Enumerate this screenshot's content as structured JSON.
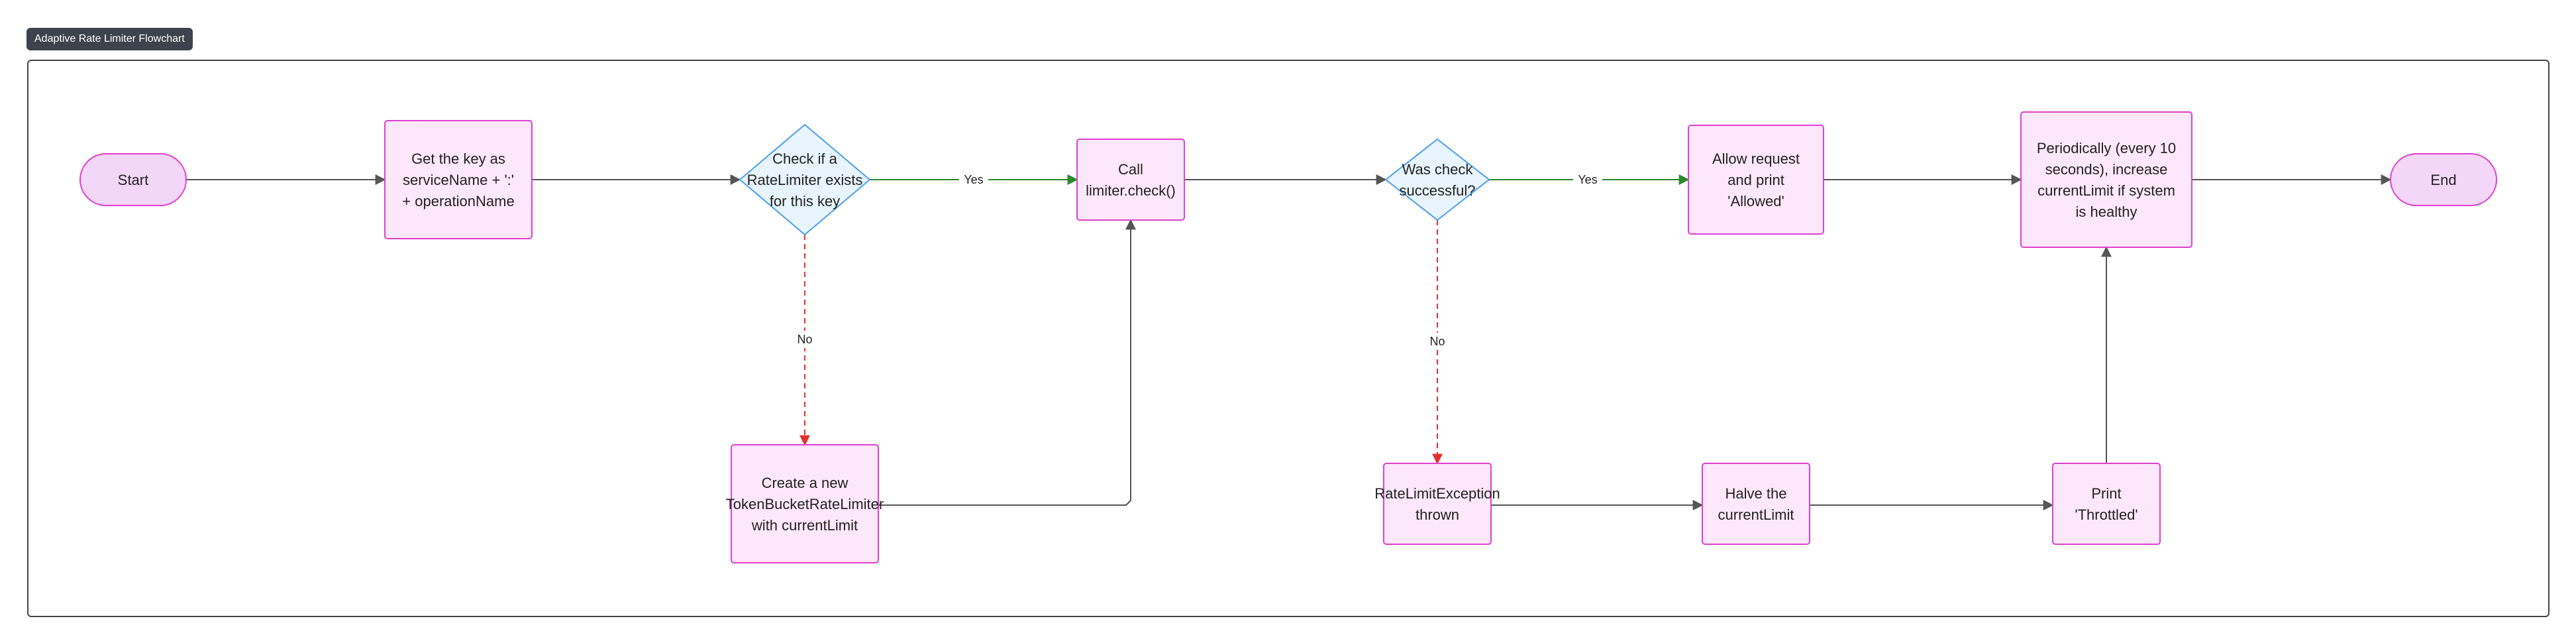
{
  "title": "Adaptive Rate Limiter Flowchart",
  "colors": {
    "node_fill": "#fde8fb",
    "node_stroke": "#e040d0",
    "terminal_fill": "#f3d6f8",
    "decision_fill": "#e8f4ff",
    "decision_stroke": "#4a9fe8",
    "edge_default": "#555555",
    "edge_yes": "#2a8a2a",
    "edge_no": "#e53030"
  },
  "nodes": {
    "start": {
      "type": "terminal",
      "lines": [
        "Start"
      ]
    },
    "get_key": {
      "type": "process",
      "lines": [
        "Get the key as",
        "serviceName + ':'",
        "+ operationName"
      ]
    },
    "check_exists": {
      "type": "decision",
      "lines": [
        "Check if a",
        "RateLimiter exists",
        "for this key"
      ]
    },
    "create_new": {
      "type": "process",
      "lines": [
        "Create a new",
        "TokenBucketRateLimiter",
        "with currentLimit"
      ]
    },
    "call_check": {
      "type": "process",
      "lines": [
        "Call",
        "limiter.check()"
      ]
    },
    "was_successful": {
      "type": "decision",
      "lines": [
        "Was check",
        "successful?"
      ]
    },
    "allow": {
      "type": "process",
      "lines": [
        "Allow request",
        "and print",
        "'Allowed'"
      ]
    },
    "exception": {
      "type": "process",
      "lines": [
        "RateLimitException",
        "thrown"
      ]
    },
    "halve": {
      "type": "process",
      "lines": [
        "Halve the",
        "currentLimit"
      ]
    },
    "print_throttled": {
      "type": "process",
      "lines": [
        "Print",
        "'Throttled'"
      ]
    },
    "periodically": {
      "type": "process",
      "lines": [
        "Periodically (every 10",
        "seconds), increase",
        "currentLimit if system",
        "is healthy"
      ]
    },
    "end": {
      "type": "terminal",
      "lines": [
        "End"
      ]
    }
  },
  "edges": [
    {
      "from": "start",
      "to": "get_key",
      "label": "",
      "kind": "default"
    },
    {
      "from": "get_key",
      "to": "check_exists",
      "label": "",
      "kind": "default"
    },
    {
      "from": "check_exists",
      "to": "call_check",
      "label": "Yes",
      "kind": "yes"
    },
    {
      "from": "check_exists",
      "to": "create_new",
      "label": "No",
      "kind": "no"
    },
    {
      "from": "create_new",
      "to": "call_check",
      "label": "",
      "kind": "default"
    },
    {
      "from": "call_check",
      "to": "was_successful",
      "label": "",
      "kind": "default"
    },
    {
      "from": "was_successful",
      "to": "allow",
      "label": "Yes",
      "kind": "yes"
    },
    {
      "from": "was_successful",
      "to": "exception",
      "label": "No",
      "kind": "no"
    },
    {
      "from": "exception",
      "to": "halve",
      "label": "",
      "kind": "default"
    },
    {
      "from": "halve",
      "to": "print_throttled",
      "label": "",
      "kind": "default"
    },
    {
      "from": "allow",
      "to": "periodically",
      "label": "",
      "kind": "default"
    },
    {
      "from": "print_throttled",
      "to": "periodically",
      "label": "",
      "kind": "default"
    },
    {
      "from": "periodically",
      "to": "end",
      "label": "",
      "kind": "default"
    }
  ]
}
